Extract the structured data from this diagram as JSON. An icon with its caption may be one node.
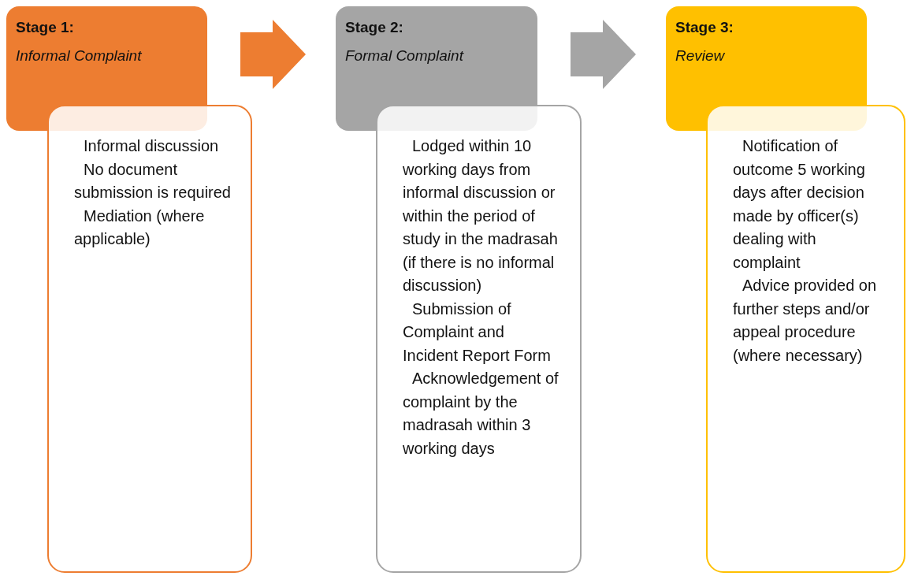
{
  "diagram": {
    "nodes": [
      {
        "text": [
          "Stage 1:",
          "Informal Complaint"
        ]
      },
      {
        "text": [
          "Informal discussion",
          "No document submission is required",
          "Mediation (where applicable)"
        ]
      },
      {
        "text": [
          "Stage 2:",
          "Formal Complaint"
        ]
      },
      {
        "text": [
          "Lodged within 10 working days from informal discussion or within the period of study in the madrasah (if there is no informal discussion)",
          "Submission of Complaint and Incident Report Form",
          "Acknowledgement of complaint by the madrasah within 3 working days"
        ]
      },
      {
        "text": [
          "Stage 3:",
          "Review"
        ]
      },
      {
        "text": [
          "Notification of outcome 5 working days after decision made by officer(s) dealing with complaint",
          "Advice provided on further steps and/or appeal procedure (where necessary)"
        ]
      }
    ],
    "edges": [
      {
        "from": 0,
        "to": 2,
        "arrow": "to",
        "color": "#ed7d31"
      },
      {
        "from": 2,
        "to": 4,
        "arrow": "to",
        "color": "#a5a5a5"
      }
    ]
  }
}
